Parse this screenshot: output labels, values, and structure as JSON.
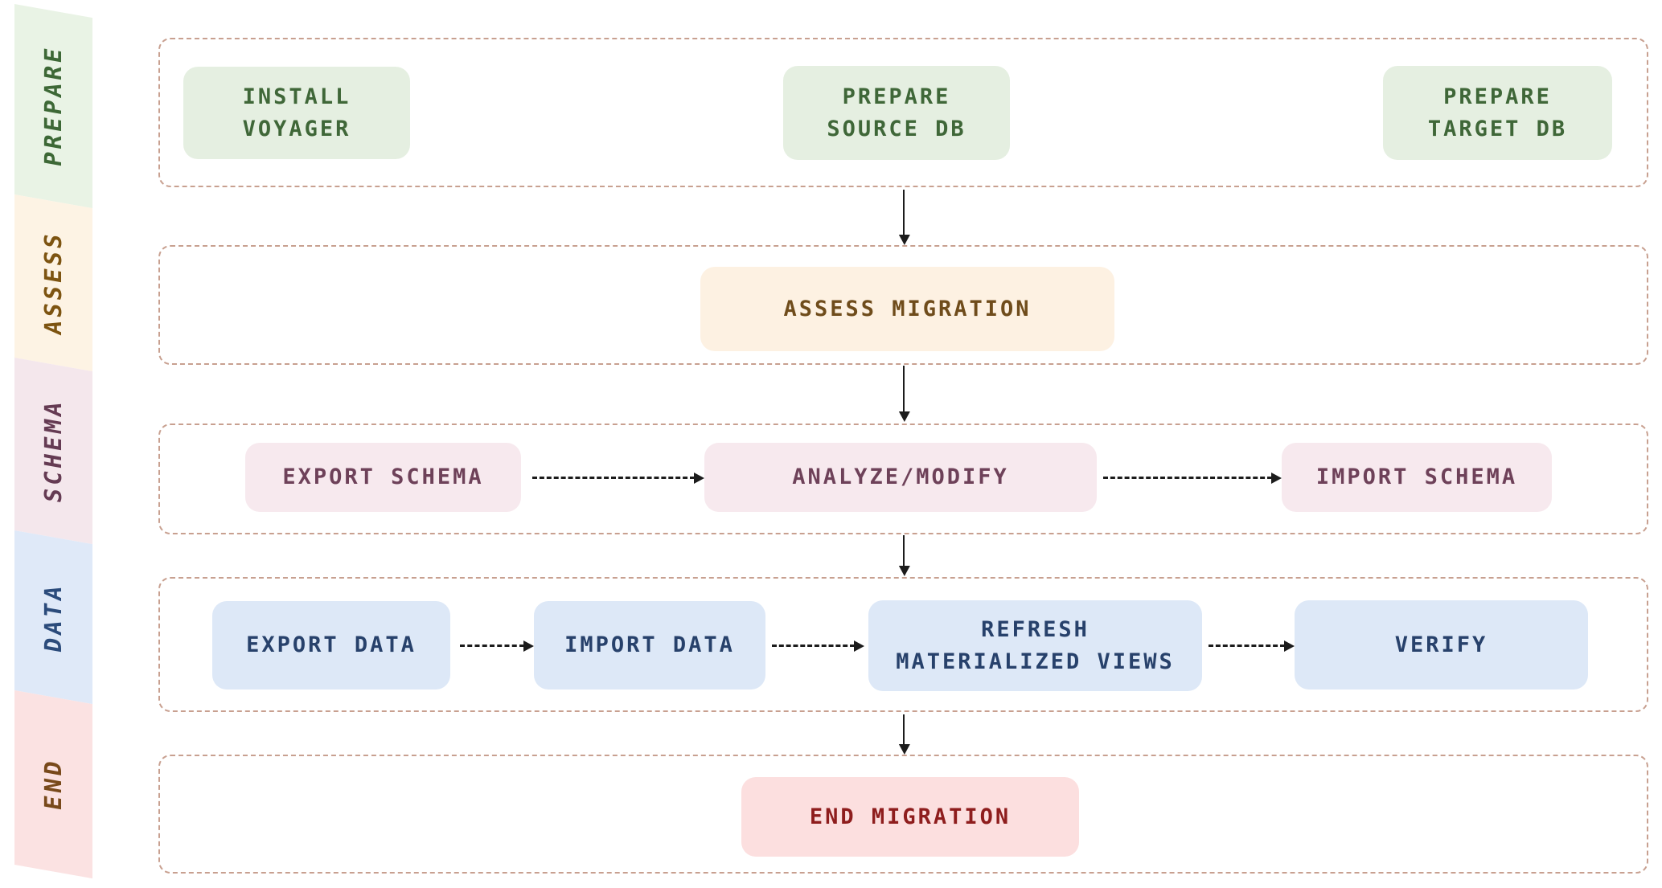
{
  "sidebar": {
    "lanes": [
      {
        "id": "prepare",
        "label": "PREPARE",
        "bg": "#e9f3e5",
        "fg": "#3d6836"
      },
      {
        "id": "assess",
        "label": "ASSESS",
        "bg": "#fdf3e4",
        "fg": "#7d5411"
      },
      {
        "id": "schema",
        "label": "SCHEMA",
        "bg": "#f4e7ec",
        "fg": "#653b53"
      },
      {
        "id": "data",
        "label": "DATA",
        "bg": "#dfe9f8",
        "fg": "#2b4b7b"
      },
      {
        "id": "end",
        "label": "END",
        "bg": "#fbe2e2",
        "fg": "#78491b"
      }
    ]
  },
  "boxes": {
    "install_voyager": {
      "label": "INSTALL\nVOYAGER"
    },
    "prepare_source_db": {
      "label": "PREPARE\nSOURCE DB"
    },
    "prepare_target_db": {
      "label": "PREPARE\nTARGET DB"
    },
    "assess_migration": {
      "label": "ASSESS MIGRATION"
    },
    "export_schema": {
      "label": "EXPORT SCHEMA"
    },
    "analyze_modify": {
      "label": "ANALYZE/MODIFY"
    },
    "import_schema": {
      "label": "IMPORT SCHEMA"
    },
    "export_data": {
      "label": "EXPORT DATA"
    },
    "import_data": {
      "label": "IMPORT DATA"
    },
    "refresh_materialized_views": {
      "label": "REFRESH\nMATERIALIZED VIEWS"
    },
    "verify": {
      "label": "VERIFY"
    },
    "end_migration": {
      "label": "END MIGRATION"
    }
  },
  "palette": {
    "green": {
      "bg": "#e5efe1",
      "fg": "#3f6738"
    },
    "peach": {
      "bg": "#fdf1e2",
      "fg": "#6f4c1b"
    },
    "pink": {
      "bg": "#f7e9ee",
      "fg": "#6e4159"
    },
    "blue": {
      "bg": "#dde8f7",
      "fg": "#27416b"
    },
    "red": {
      "bg": "#fcdfdf",
      "fg": "#8e1d1d"
    }
  },
  "colors": {
    "arrow": "#1c1c1c",
    "lane_border": "#c8a090",
    "background": "#ffffff"
  }
}
